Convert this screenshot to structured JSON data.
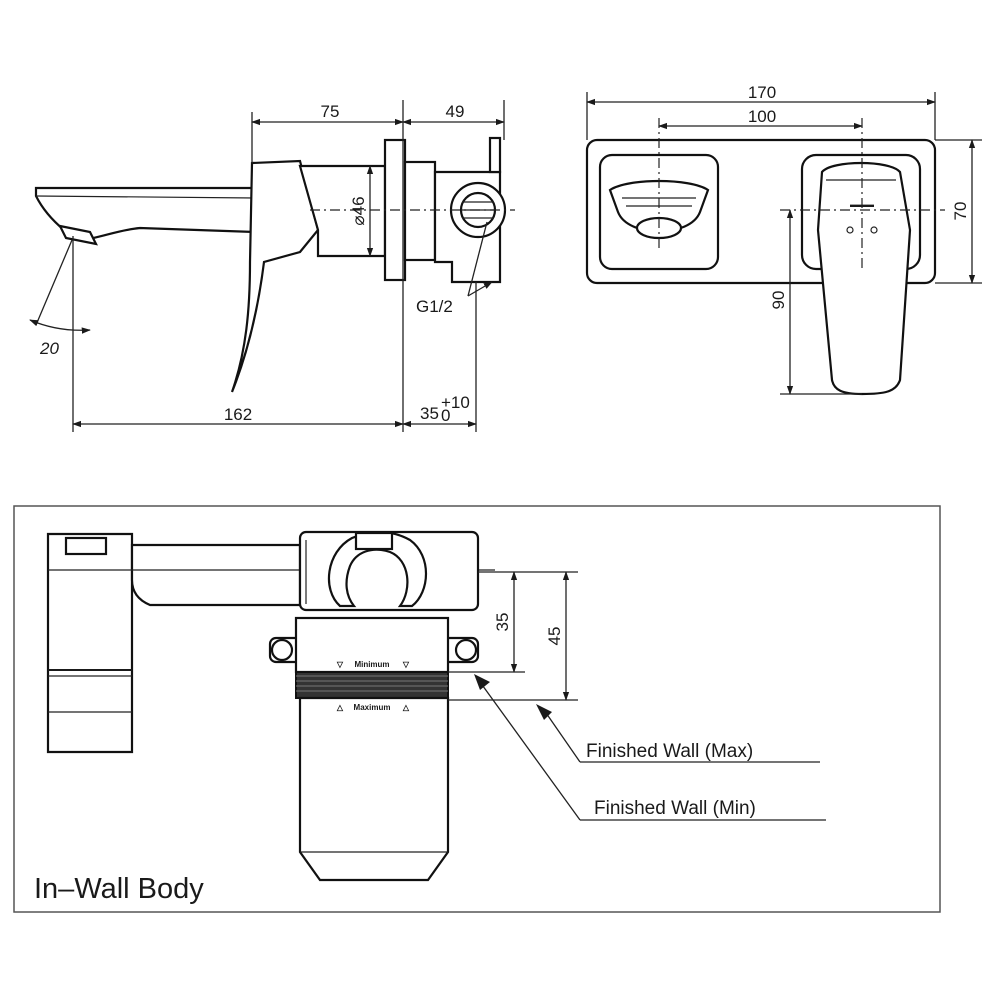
{
  "side_view": {
    "dim_spout_body": "75",
    "dim_valve_body": "49",
    "dim_diameter": "⌀46",
    "dim_thread": "G1/2",
    "dim_spout_drop": "20",
    "dim_overall_length": "162",
    "dim_wall_depth": "35",
    "dim_wall_depth_tolerance_upper": "+10",
    "dim_wall_depth_tolerance_lower": "0"
  },
  "front_view": {
    "dim_plate_width": "170",
    "dim_handle_spacing": "100",
    "dim_plate_height": "70",
    "dim_handle_length": "90"
  },
  "in_wall": {
    "title": "In–Wall Body",
    "dim_min": "35",
    "dim_max": "45",
    "label_max": "Finished Wall (Max)",
    "label_min": "Finished Wall (Min)",
    "marker_min": "Minimum",
    "marker_max": "Maximum"
  }
}
